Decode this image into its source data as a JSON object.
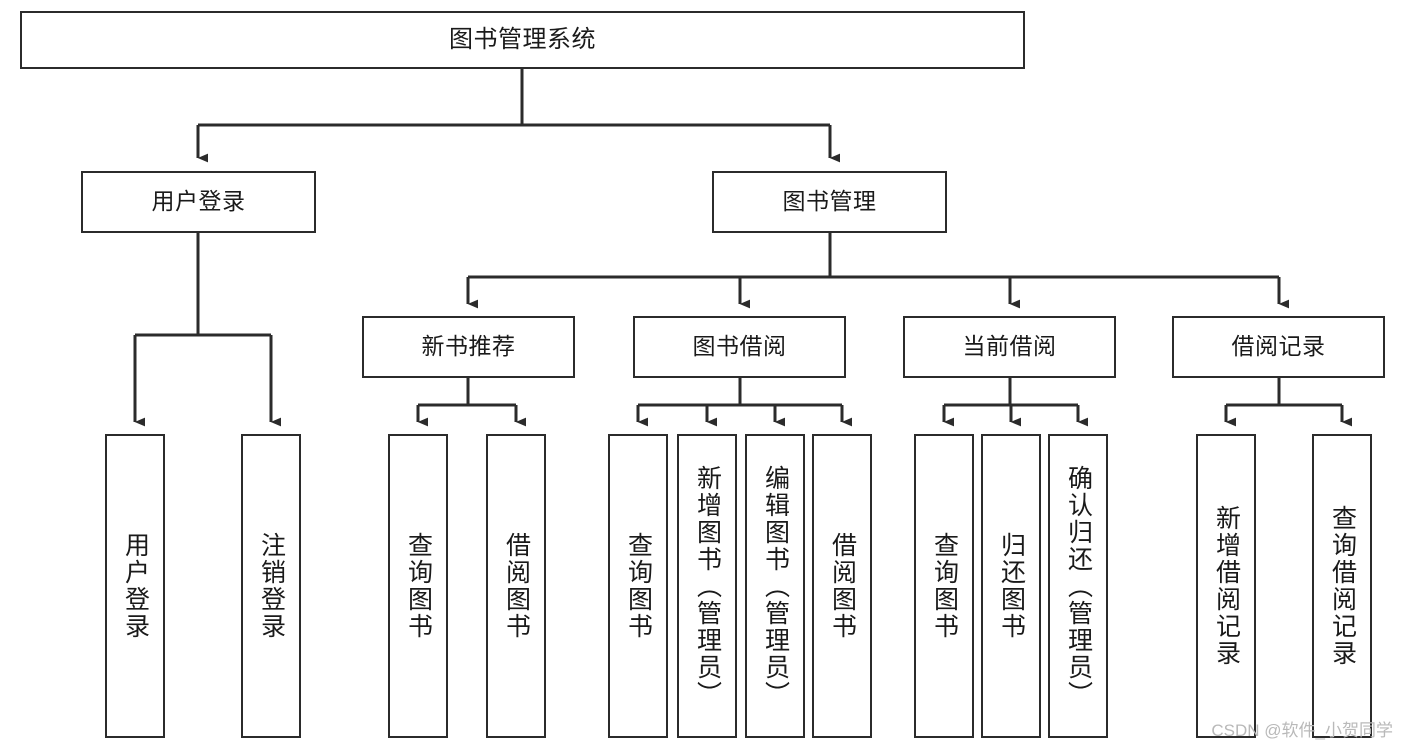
{
  "diagram": {
    "title": "图书管理系统",
    "type": "tree-hierarchy-diagram",
    "watermark": "CSDN @软件_小贺同学",
    "colors": {
      "background": "#ffffff",
      "box_border": "#2b2b2b",
      "box_fill": "#ffffff",
      "text": "#1a1a1a",
      "edge": "#2b2b2b",
      "watermark": "#b9b9b9"
    },
    "nodes": {
      "root": {
        "label": "图书管理系统"
      },
      "level2": [
        {
          "label": "用户登录"
        },
        {
          "label": "图书管理"
        }
      ],
      "level3": [
        {
          "label": "新书推荐"
        },
        {
          "label": "图书借阅"
        },
        {
          "label": "当前借阅"
        },
        {
          "label": "借阅记录"
        }
      ],
      "leaves": {
        "user_login": [
          {
            "label": "用户登录"
          },
          {
            "label": "注销登录"
          }
        ],
        "new_book_recommend": [
          {
            "label": "查询图书"
          },
          {
            "label": "借阅图书"
          }
        ],
        "book_borrow": [
          {
            "label": "查询图书"
          },
          {
            "label": "新增图书（管理员）"
          },
          {
            "label": "编辑图书（管理员）"
          },
          {
            "label": "借阅图书"
          }
        ],
        "current_borrow": [
          {
            "label": "查询图书"
          },
          {
            "label": "归还图书"
          },
          {
            "label": "确认归还（管理员）"
          }
        ],
        "borrow_record": [
          {
            "label": "新增借阅记录"
          },
          {
            "label": "查询借阅记录"
          }
        ]
      }
    }
  }
}
